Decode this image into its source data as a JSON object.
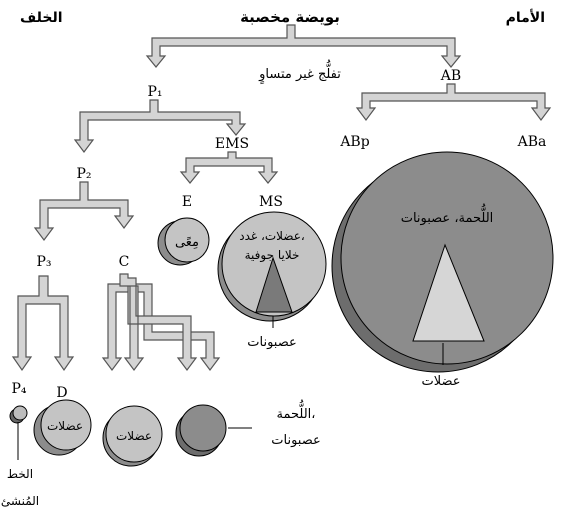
{
  "header": {
    "posterior": "الخلف",
    "title": "بويضة مخصبة",
    "anterior": "الأمام"
  },
  "labels": {
    "unequal_cleavage": "تفلُّج غير متساوٍ",
    "ab": "AB",
    "p1": "P₁",
    "abp": "ABp",
    "aba": "ABa",
    "ems": "EMS",
    "p2": "P₂",
    "e": "E",
    "ms": "MS",
    "p3": "P₃",
    "c": "C",
    "p4": "P₄",
    "d": "D"
  },
  "cells": {
    "gut": "مِعًى",
    "ms_line1": "عضلات، غدد،",
    "ms_line2": "خلايا جوفية",
    "ms_neurons": "عصبونات",
    "aba_line": "اللُّحمة، عصبونات",
    "aba_muscles": "عضلات",
    "d_muscles": "عضلات",
    "c_muscles": "عضلات",
    "c_right_line1": "اللُّحمة،",
    "c_right_line2": "عصبونات",
    "germ_line1": "الخط",
    "germ_line2": "المُنشئ"
  },
  "colors": {
    "cell_fill": "#c4c4c4",
    "cell_dark": "#8c8c8c",
    "cell_darker": "#6d6d6d",
    "arrow_fill": "#d4d4d4",
    "triangle_light": "#d6d6d6",
    "triangle_dark": "#7a7a7a"
  }
}
